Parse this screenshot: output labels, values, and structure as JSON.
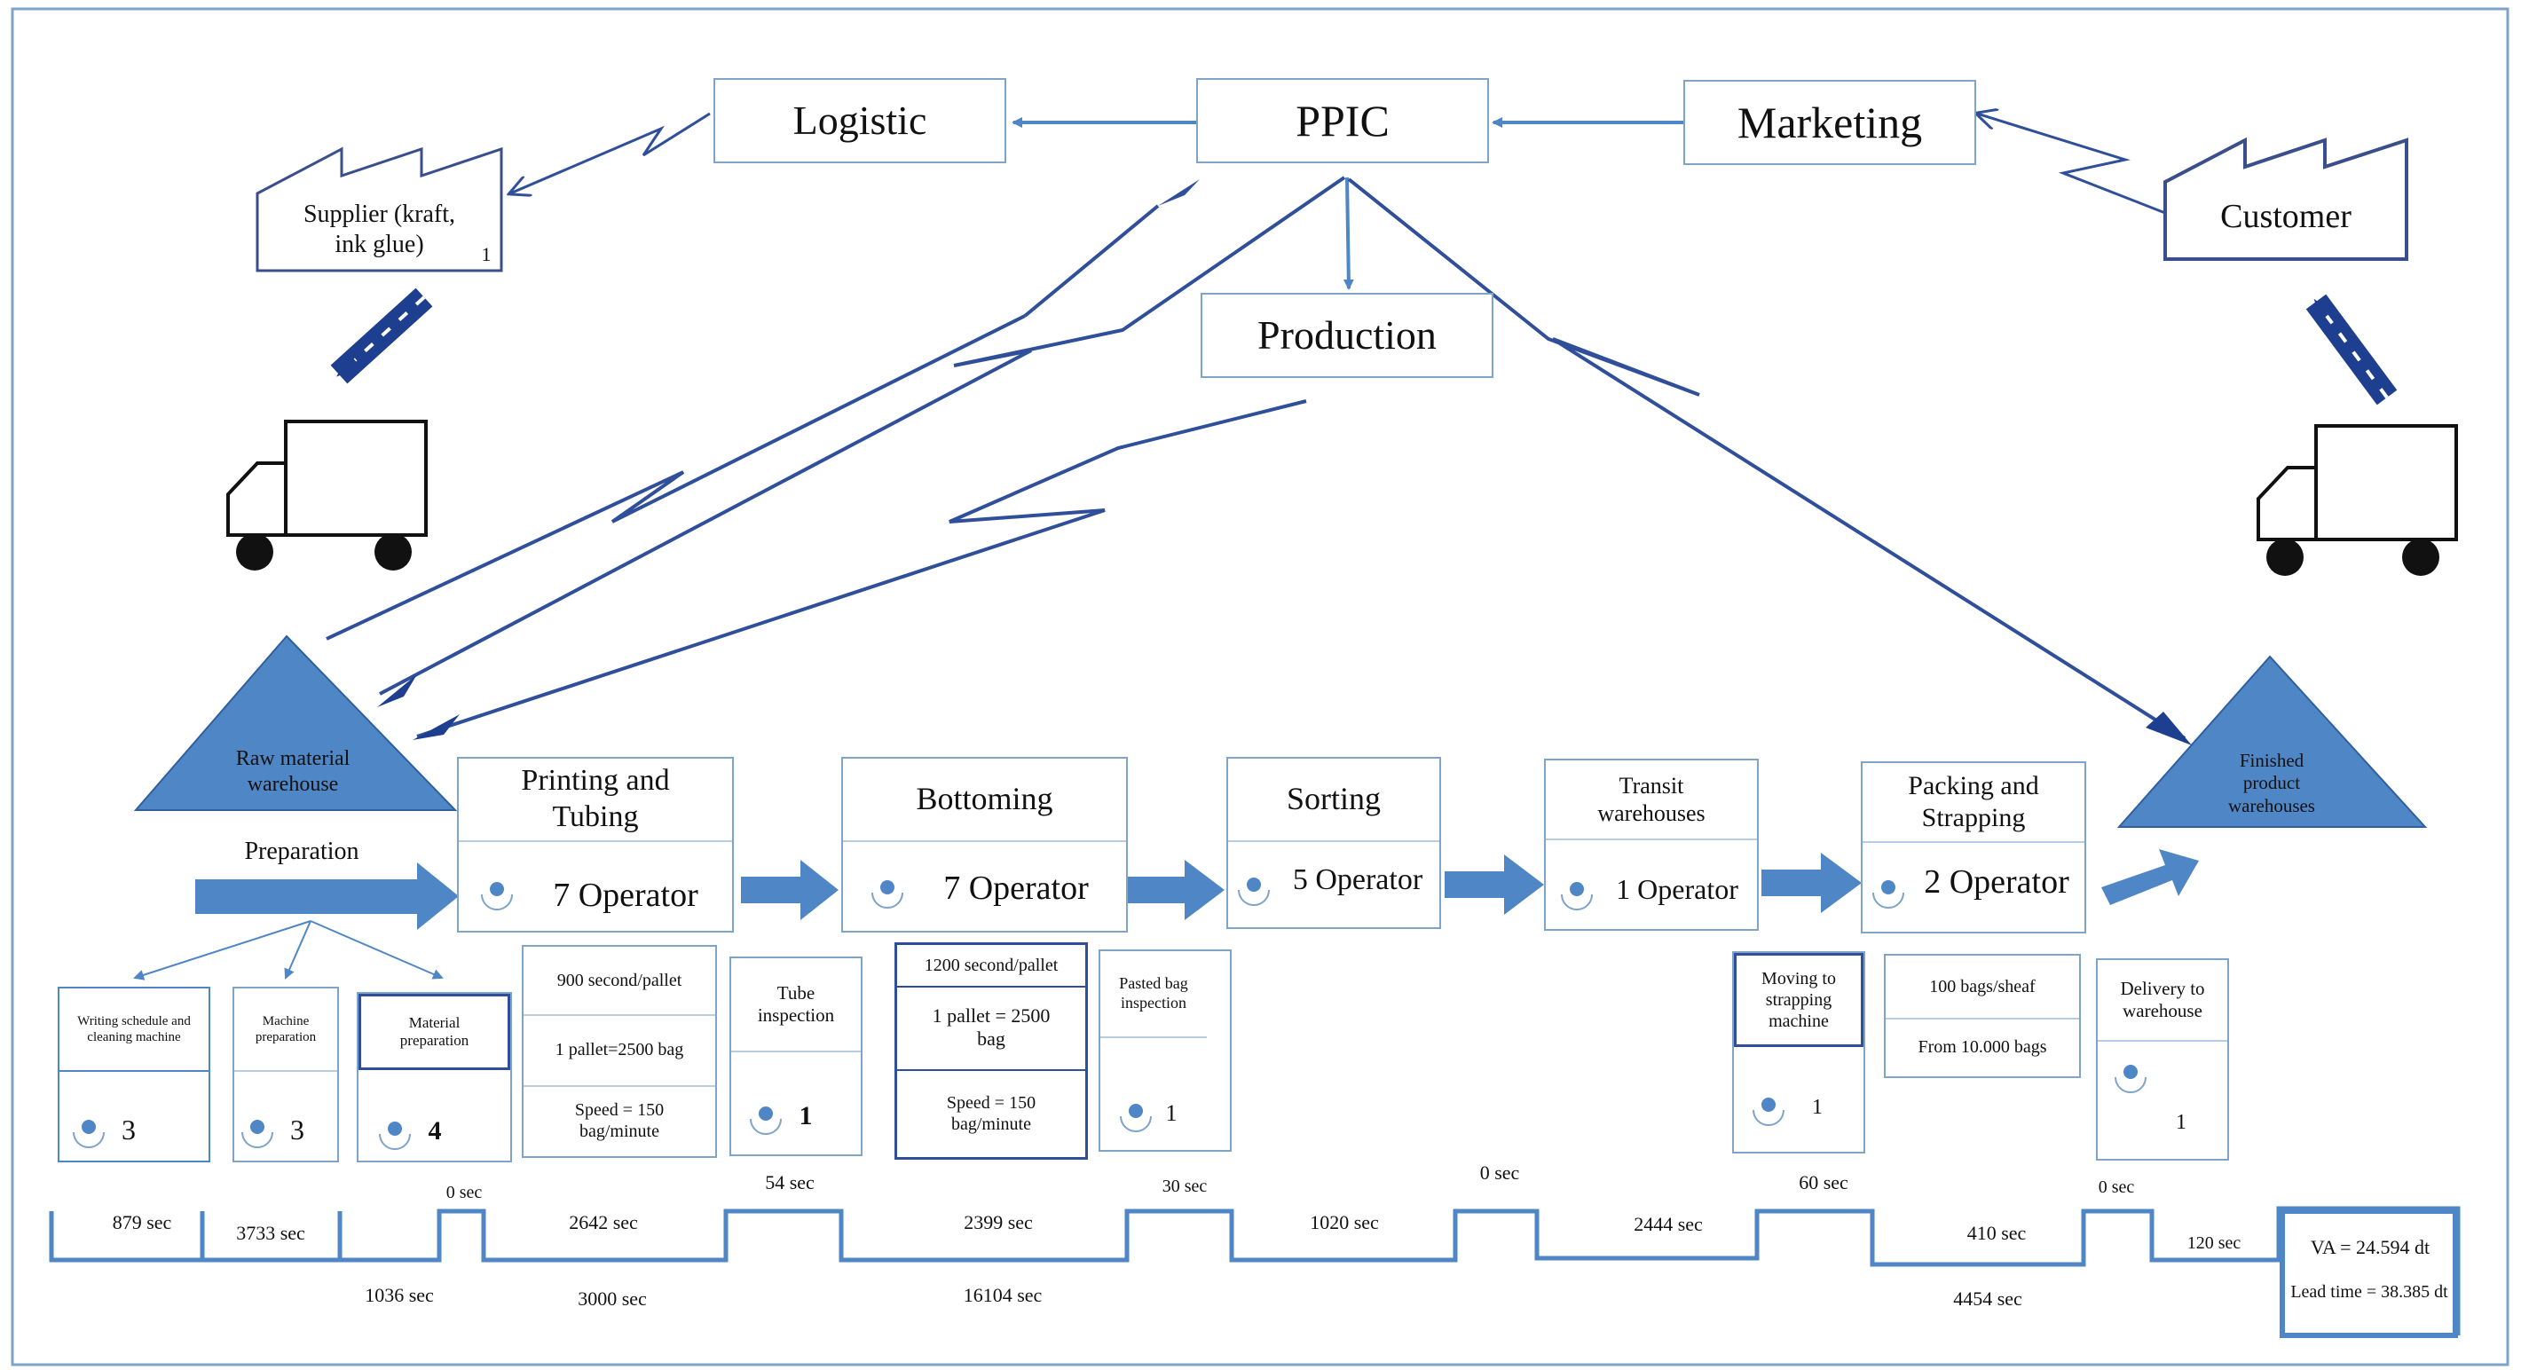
{
  "info_flow": {
    "logistic": "Logistic",
    "ppic": "PPIC",
    "marketing": "Marketing",
    "production": "Production"
  },
  "supplier": "Supplier (kraft,\nink glue)",
  "supplier_mark": "1",
  "customer": "Customer",
  "raw_material": "Raw material\nwarehouse",
  "finished": "Finished\nproduct\nwarehouses",
  "preparation": {
    "label": "Preparation",
    "tasks": [
      {
        "name": "Writing schedule and\ncleaning machine",
        "operators": "3"
      },
      {
        "name": "Machine\npreparation",
        "operators": "3"
      },
      {
        "name": "Material\npreparation",
        "operators": "4"
      }
    ]
  },
  "processes": [
    {
      "name": "Printing and\nTubing",
      "operators": "7 Operator"
    },
    {
      "name": "Bottoming",
      "operators": "7 Operator"
    },
    {
      "name": "Sorting",
      "operators": "5 Operator"
    },
    {
      "name": "Transit\nwarehouses",
      "operators": "1 Operator"
    },
    {
      "name": "Packing and\nStrapping",
      "operators": "2 Operator"
    }
  ],
  "data_boxes": {
    "printing": [
      "900 second/pallet",
      "1 pallet=2500 bag",
      "Speed = 150\nbag/minute"
    ],
    "tube_inspection": {
      "name": "Tube\ninspection",
      "operators": "1"
    },
    "bottoming": [
      "1200 second/pallet",
      "1 pallet = 2500\nbag",
      "Speed = 150\nbag/minute"
    ],
    "pasted_inspection": {
      "name": "Pasted bag\ninspection",
      "operators": "1"
    },
    "moving": {
      "name": "Moving to\nstrapping\nmachine",
      "operators": "1"
    },
    "packing": [
      "100 bags/sheaf",
      "From 10.000 bags"
    ],
    "delivery": {
      "name": "Delivery to\nwarehouse",
      "operators": "1"
    }
  },
  "timeline": {
    "upper": [
      "879 sec",
      "3733 sec",
      "0 sec",
      "2642 sec",
      "54 sec",
      "2399 sec",
      "30 sec",
      "1020 sec",
      "0 sec",
      "2444 sec",
      "60 sec",
      "410 sec",
      "0 sec",
      "120 sec"
    ],
    "lower": [
      "1036 sec",
      "3000 sec",
      "16104 sec",
      "4454 sec"
    ],
    "va": "VA = 24.594 dt",
    "lead_time": "Lead time = 38.385 dt"
  },
  "colors": {
    "push_arrow": "#4f86c6",
    "triangle": "#4f86c6",
    "info_arrow": "#2f4f9a",
    "truck_arrow": "#1e3f8f",
    "box_border": "#7fa3c9",
    "outline": "#3a4e8c"
  }
}
